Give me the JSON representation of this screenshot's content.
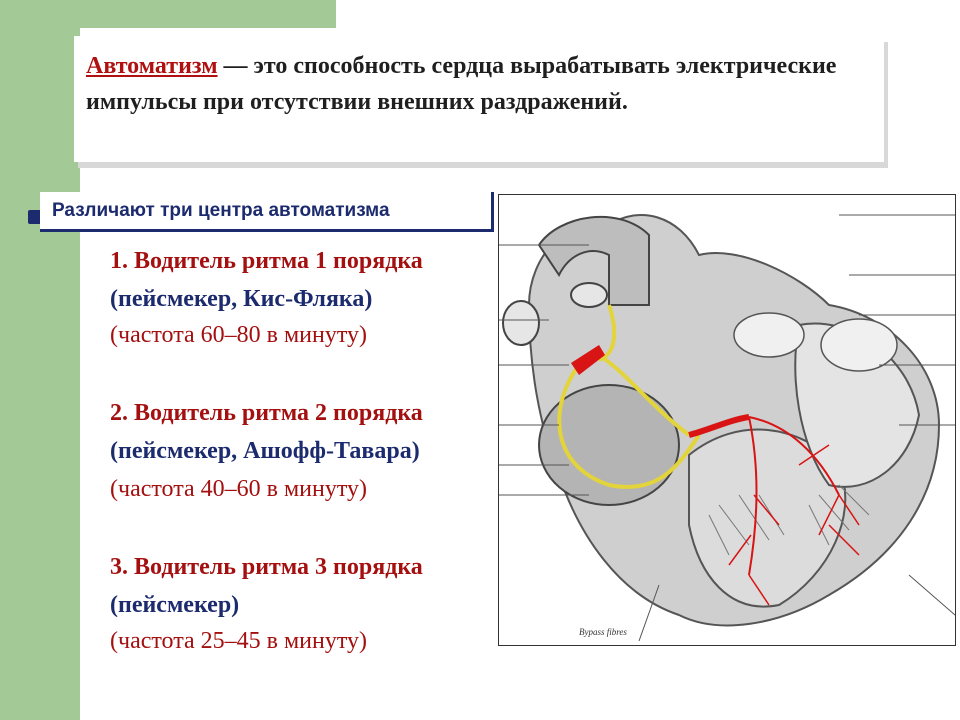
{
  "definition": {
    "term": "Автоматизм",
    "text": " — это способность сердца вырабатывать электрические импульсы при отсутствии внешних раздражений."
  },
  "section_tab": "Различают три центра автоматизма",
  "items": [
    {
      "title": "1.  Водитель ритма 1 порядка",
      "subtitle": "(пейсмекер, Кис-Фляка)",
      "rate": "(частота 60–80 в минуту)"
    },
    {
      "title": "2. Водитель ритма 2 порядка",
      "subtitle": "(пейсмекер, Ашофф-Тавара)",
      "rate": "(частота 40–60 в минуту)"
    },
    {
      "title": "3. Водитель ритма 3 порядка",
      "subtitle": "(пейсмекер)",
      "rate": "(частота 25–45 в минуту)"
    }
  ],
  "figure": {
    "caption": "Bypass fibres"
  },
  "colors": {
    "accent_green": "#a3ca96",
    "title_red": "#a41010",
    "subtitle_blue": "#1c2a6e",
    "conduction_red": "#d81414",
    "conduction_yellow": "#e2d43a"
  }
}
